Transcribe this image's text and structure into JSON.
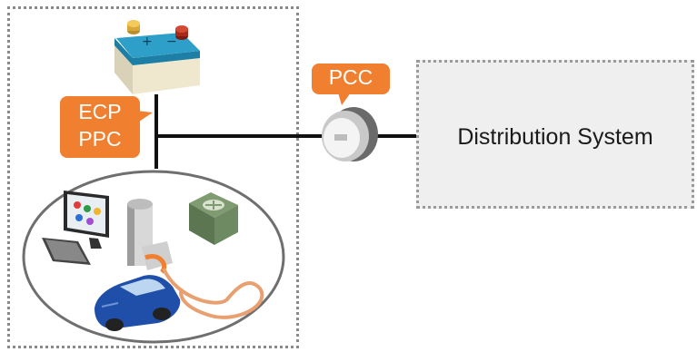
{
  "labels": {
    "ecp": "ECP",
    "ppc": "PPC",
    "pcc": "PCC",
    "distribution_system": "Distribution System"
  },
  "colors": {
    "callout": "#f07f2f",
    "wire": "#111111",
    "dotted_border": "#8a8a8a",
    "distribution_fill": "#efefef",
    "ev_body": "#1f4fa8",
    "cable": "#e8a070"
  },
  "icons": [
    "battery-icon",
    "computer-icon",
    "ev-charger-icon",
    "hvac-unit-icon",
    "electric-car-icon",
    "meter-icon"
  ]
}
